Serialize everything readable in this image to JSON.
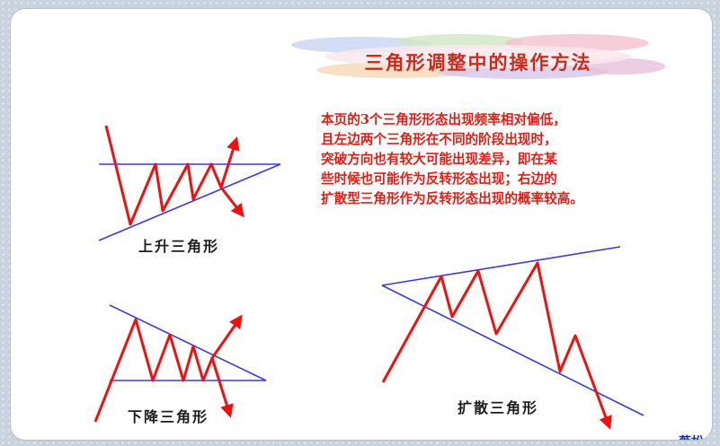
{
  "title": "三角形调整中的操作方法",
  "description_lines": [
    "本页的3个三角形形态出现频率相对偏低，",
    "且左边两个三角形在不同的阶段出现时，",
    "突破方向也有较大可能出现差异，即在某",
    "些时候也可能作为反转形态出现；右边的",
    "扩散型三角形作为反转形态出现的概率较高。"
  ],
  "patterns": {
    "ascending": {
      "label": "上升三角形"
    },
    "descending": {
      "label": "下降三角形"
    },
    "broadening": {
      "label": "扩散三角形"
    }
  },
  "signature": "薇松",
  "colors": {
    "price_line": "#f01010",
    "boundary_line": "#3a3ad8",
    "text_red": "#e41b12",
    "title_red": "#cc2a1a",
    "signature_blue": "#1a2fa0"
  }
}
